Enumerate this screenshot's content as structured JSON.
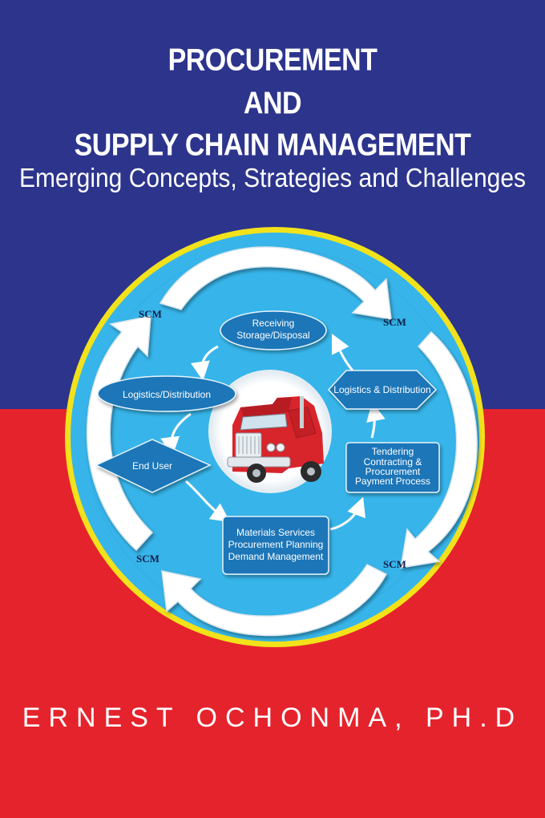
{
  "cover": {
    "title_lines": [
      "PROCUREMENT",
      "AND",
      "SUPPLY CHAIN MANAGEMENT"
    ],
    "subtitle": "Emerging Concepts, Strategies and Challenges",
    "author": "ERNEST OCHONMA, PH.D"
  },
  "diagram": {
    "scm_labels": [
      "SCM",
      "SCM",
      "SCM",
      "SCM"
    ],
    "nodes": {
      "receiving": [
        "Receiving",
        "Storage/Disposal"
      ],
      "logistics_left": "Logistics/Distribution",
      "logistics_right": "Logistics & Distribution",
      "end_user": "End User",
      "tendering": [
        "Tendering",
        "Contracting &",
        "Procurement",
        "Payment Process"
      ],
      "materials": [
        "Materials Services",
        "Procurement Planning",
        "Demand Management"
      ]
    },
    "center_image": "truck-icon"
  },
  "colors": {
    "top_band": "#2c348c",
    "bottom_band": "#e5232c",
    "circle_fill": "#37b5ea",
    "circle_ring": "#f2e21b",
    "node_fill": "#1c76b8"
  }
}
